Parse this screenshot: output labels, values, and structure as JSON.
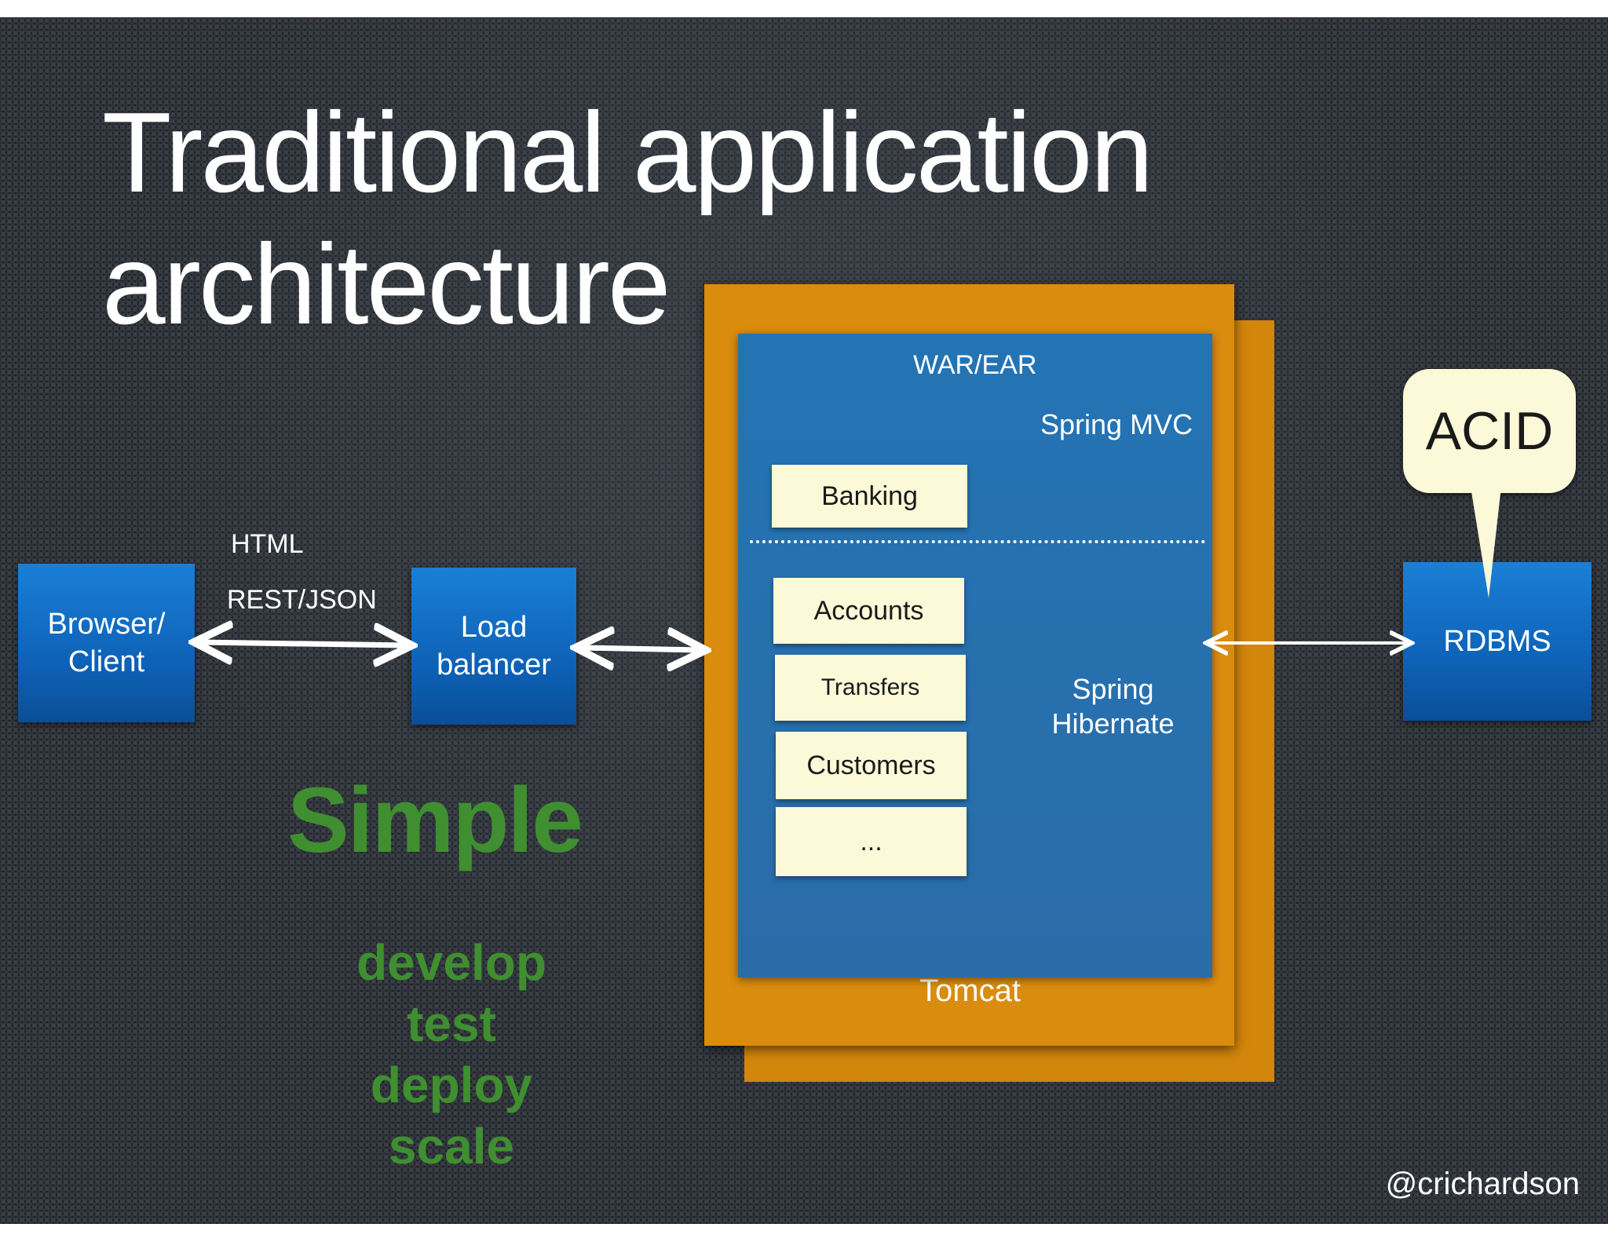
{
  "slide": {
    "title_line1": "Traditional application",
    "title_line2": "architecture",
    "handle": "@crichardson"
  },
  "client": {
    "line1": "Browser/",
    "line2": "Client"
  },
  "protocols": {
    "html": "HTML",
    "rest": "REST/JSON"
  },
  "load_balancer": {
    "line1": "Load",
    "line2": "balancer"
  },
  "server": {
    "container_label": "Tomcat",
    "package_label": "WAR/EAR",
    "web_layer": "Spring MVC",
    "data_layer_line1": "Spring",
    "data_layer_line2": "Hibernate",
    "modules": [
      "Banking",
      "Accounts",
      "Transfers",
      "Customers",
      "..."
    ]
  },
  "database": {
    "label": "RDBMS",
    "callout": "ACID"
  },
  "benefits": {
    "headline": "Simple",
    "items": [
      "develop",
      "test",
      "deploy",
      "scale"
    ]
  },
  "colors": {
    "background": "#1c1f23",
    "blue_box": "#0e63b8",
    "tomcat": "#d98c0d",
    "war": "#2a6ca8",
    "module": "#fcf9d8",
    "green_text": "#3f8f30"
  }
}
